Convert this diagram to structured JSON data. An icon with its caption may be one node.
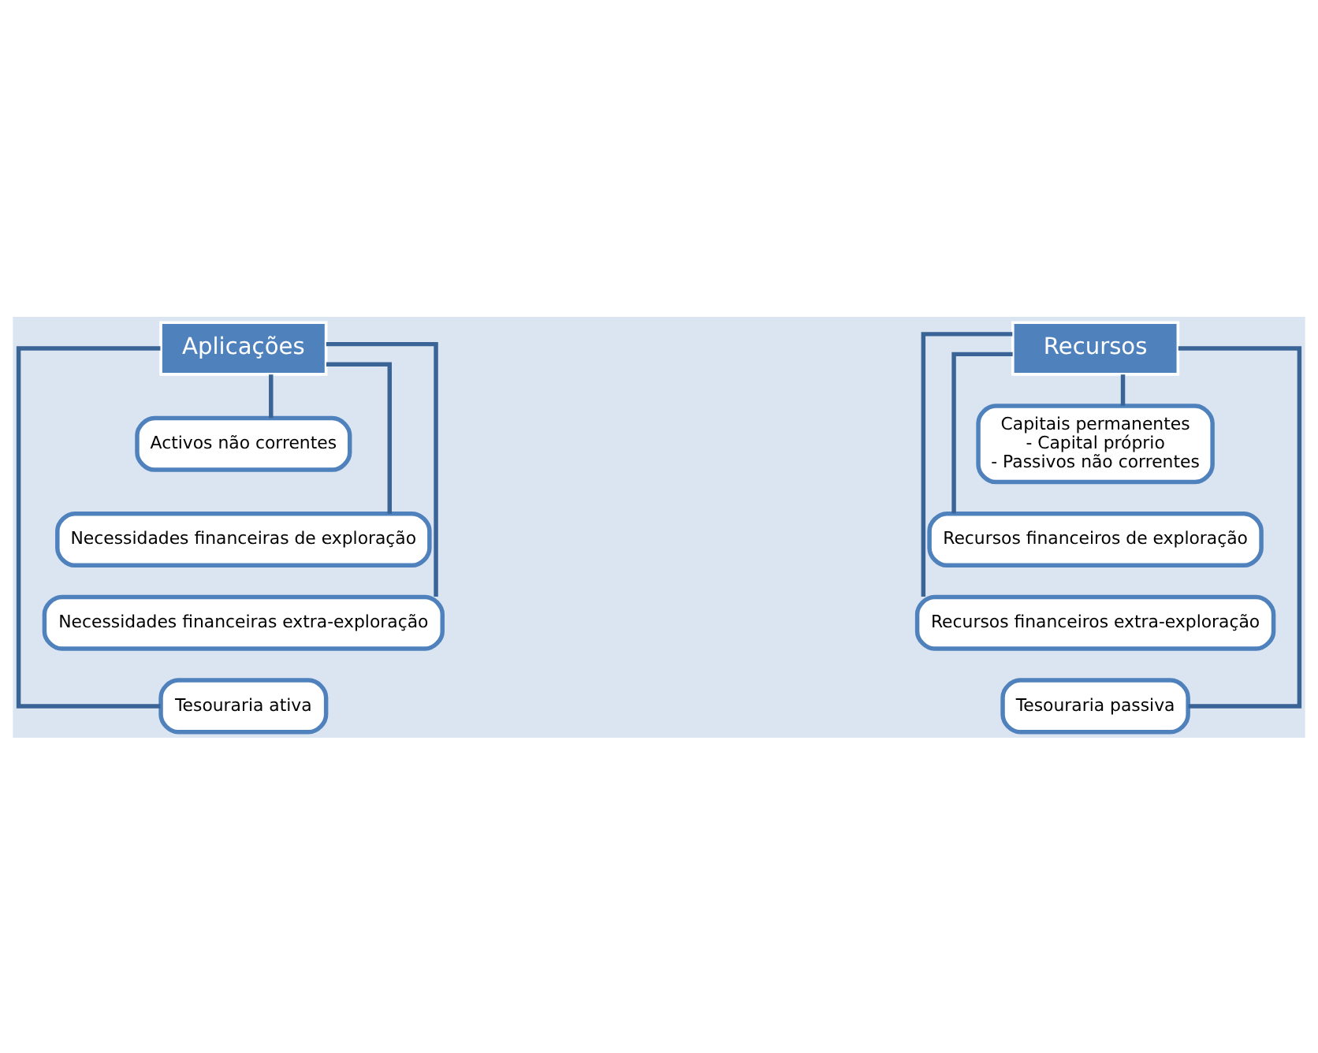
{
  "diagram": {
    "nodes": [
      {
        "text": [
          "Aplicações"
        ]
      },
      {
        "text": [
          "Activos não correntes"
        ]
      },
      {
        "text": [
          "Necessidades financeiras de exploração"
        ]
      },
      {
        "text": [
          "Necessidades financeiras extra-exploração"
        ]
      },
      {
        "text": [
          "Tesouraria ativa"
        ]
      },
      {
        "text": [
          "Recursos"
        ]
      },
      {
        "text": [
          "Capitais permanentes",
          "- Capital próprio",
          "- Passivos não correntes"
        ]
      },
      {
        "text": [
          "Recursos financeiros de exploração"
        ]
      },
      {
        "text": [
          "Recursos financeiros extra-exploração"
        ]
      },
      {
        "text": [
          "Tesouraria passiva"
        ]
      }
    ],
    "edges": [
      {
        "from": 0,
        "to": 1,
        "arrow": "none"
      },
      {
        "from": 0,
        "to": 2,
        "arrow": "none"
      },
      {
        "from": 0,
        "to": 3,
        "arrow": "none"
      },
      {
        "from": 0,
        "to": 4,
        "arrow": "none"
      },
      {
        "from": 5,
        "to": 6,
        "arrow": "none"
      },
      {
        "from": 5,
        "to": 7,
        "arrow": "none"
      },
      {
        "from": 5,
        "to": 8,
        "arrow": "none"
      },
      {
        "from": 5,
        "to": 9,
        "arrow": "none"
      }
    ]
  }
}
